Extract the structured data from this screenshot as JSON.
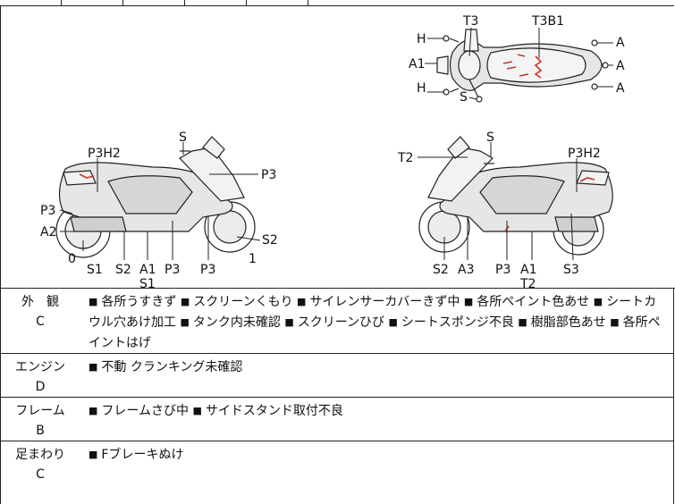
{
  "diagram": {
    "top_view_labels": {
      "t3": "T3",
      "t3b1": "T3B1",
      "h_top": "H",
      "a1": "A1",
      "h_bottom": "H",
      "s": "S",
      "a_right_1": "A",
      "a_right_2": "A",
      "a_right_3": "A"
    },
    "left_view_labels": {
      "s": "S",
      "p3h2": "P3H2",
      "p3_right": "P3",
      "p3_left": "P3",
      "a2": "A2",
      "s2_right": "S2",
      "zero": "0",
      "s1": "S1",
      "s2_bottom": "S2",
      "a1": "A1",
      "s1_b": "S1",
      "p3_b1": "P3",
      "p3_b2": "P3",
      "one": "1"
    },
    "right_view_labels": {
      "t2": "T2",
      "s": "S",
      "p3h2": "P3H2",
      "s2": "S2",
      "a3": "A3",
      "p3": "P3",
      "a1": "A1",
      "t2_b": "T2",
      "s3": "S3"
    }
  },
  "rows": [
    {
      "label": "外　観",
      "code": "C",
      "items": [
        "各所うすきず",
        "スクリーンくもり",
        "サイレンサーカバーきず中",
        "各所ペイント色あせ",
        "シートカウル穴あけ加工",
        "タンク内未確認",
        "スクリーンひび",
        "シートスポンジ不良",
        "樹脂部色あせ",
        "各所ペイントはげ"
      ]
    },
    {
      "label": "エンジン",
      "code": "D",
      "items": [
        "不動 クランキング未確認"
      ]
    },
    {
      "label": "フレーム",
      "code": "B",
      "items": [
        "フレームさび中",
        "サイドスタンド取付不良"
      ]
    },
    {
      "label": "足まわり",
      "code": "C",
      "items": [
        "Fブレーキぬけ"
      ]
    }
  ],
  "colors": {
    "damage_mark": "#c0392b",
    "line": "#222222",
    "bike_fill": "#e6e6e6"
  }
}
